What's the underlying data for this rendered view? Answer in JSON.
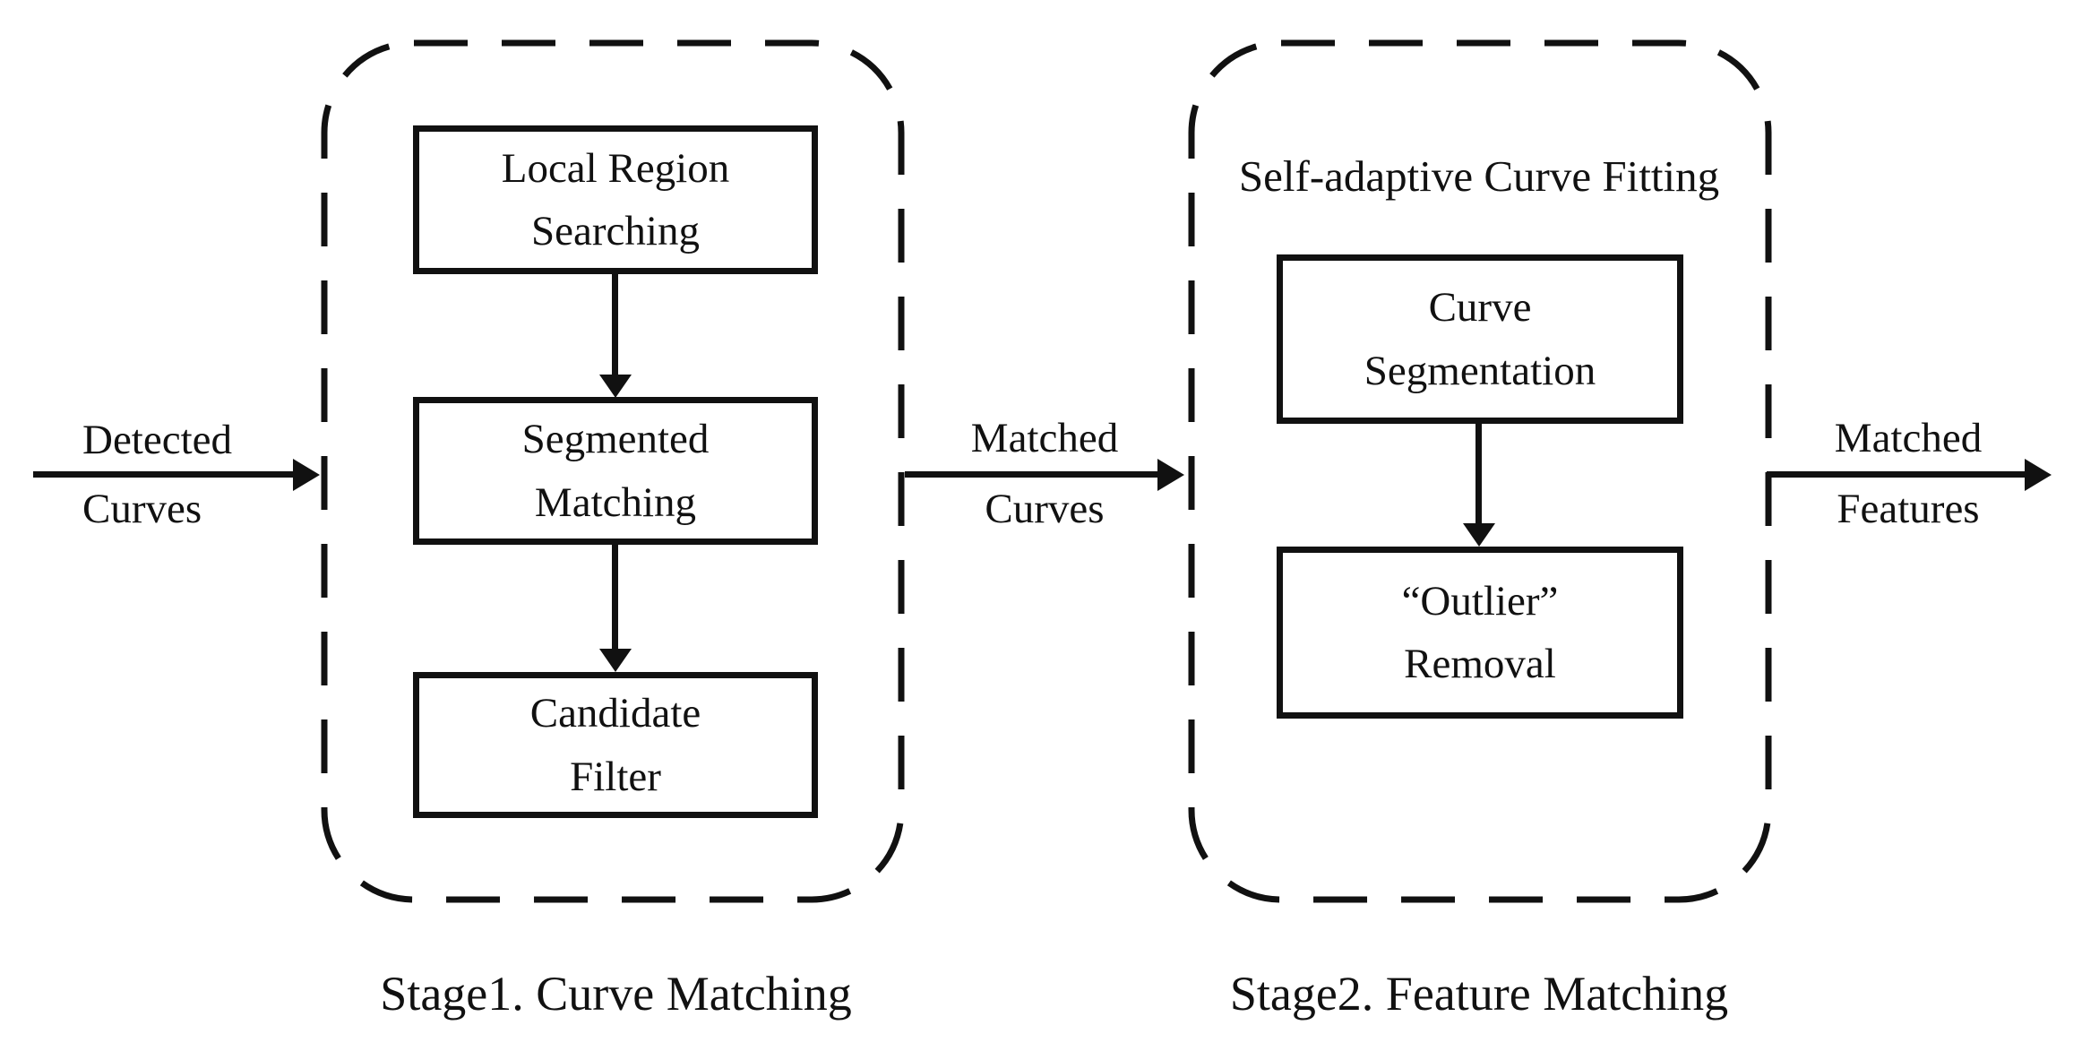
{
  "colors": {
    "ink": "#111111",
    "background": "#ffffff"
  },
  "flow": {
    "input": {
      "line1": "Detected",
      "line2": "Curves"
    },
    "middle": {
      "line1": "Matched",
      "line2": "Curves"
    },
    "output": {
      "line1": "Matched",
      "line2": "Features"
    }
  },
  "stage1": {
    "caption": "Stage1. Curve Matching",
    "boxes": [
      {
        "line1": "Local Region",
        "line2": "Searching"
      },
      {
        "line1": "Segmented",
        "line2": "Matching"
      },
      {
        "line1": "Candidate",
        "line2": "Filter"
      }
    ]
  },
  "stage2": {
    "title": "Self-adaptive Curve Fitting",
    "caption": "Stage2. Feature Matching",
    "boxes": [
      {
        "line1": "Curve",
        "line2": "Segmentation"
      },
      {
        "line1": "“Outlier”",
        "line2": "Removal"
      }
    ]
  }
}
